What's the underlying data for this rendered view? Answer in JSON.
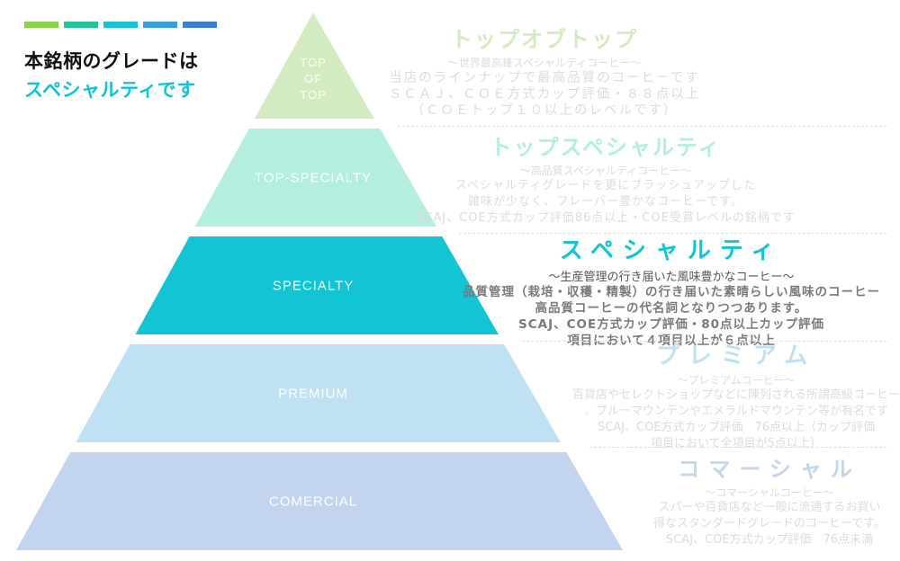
{
  "header": {
    "line1": "本銘柄のグレードは",
    "line2": "スペシャルティです",
    "bar_colors": [
      "#8ad24a",
      "#25c39a",
      "#17c2d6",
      "#3a9fd8",
      "#3b7fd4"
    ]
  },
  "tiers": [
    {
      "label": "TOP\nOF\nTOP",
      "color": "#d3ebc0"
    },
    {
      "label": "TOP-SPECIALTY",
      "color": "#b3eedf"
    },
    {
      "label": "SPECIALTY",
      "color": "#12c4d4"
    },
    {
      "label": "PREMIUM",
      "color": "#bfe1f3"
    },
    {
      "label": "COMERCIAL",
      "color": "#c3d5ee"
    }
  ],
  "descriptions": [
    {
      "title": "トップオブトップ",
      "subtitle": "〜世界最高峰スペシャルティコーヒー〜",
      "body": [
        "当店のラインナップで最高品質のコーヒーです",
        "ＳＣＡＪ、ＣＯＥ方式カップ評価・８８点以上",
        "（ＣＯＥトップ１０以上のレベルです）"
      ],
      "title_color": "#d3ebc0"
    },
    {
      "title": "トップスペシャルティ",
      "subtitle": "〜高品質スペシャルティコーヒー〜",
      "body": [
        "スペシャルティグレードを更にブラッシュアップした",
        "雑味が少なく、フレーバー豊かなコーヒーです。",
        "SCAJ、COE方式カップ評価86点以上・COE受賞レベルの銘柄です"
      ],
      "title_color": "#b3eedf"
    },
    {
      "title": "スペシャルティ",
      "subtitle": "〜生産管理の行き届いた風味豊かなコーヒー〜",
      "body": [
        "品質管理（栽培・収穫・精製）の行き届いた素晴らしい風味のコーヒー",
        "高品質コーヒーの代名詞となりつつあります。",
        "SCAJ、COE方式カップ評価・80点以上カップ評価",
        "項目において４項目以上が６点以上"
      ],
      "title_color": "#12c4d4"
    },
    {
      "title": "プレミアム",
      "subtitle": "〜プレミアムコーヒー〜",
      "body": [
        "百貨店やセレクトショップなどに陳列される所謂高級コーヒー",
        "、ブルーマウンテンやエメラルドマウンテン等が有名です",
        "SCAJ、COE方式カップ評価　76点以上（カップ評価",
        "項目において全項目が5点以上）"
      ],
      "title_color": "#bfe1f3"
    },
    {
      "title": "コマーシャル",
      "subtitle": "〜コマーシャルコーヒー〜",
      "body": [
        "スパーや百貨店など一般に流通するお買い",
        "得なスタンダードグレードのコーヒーです。",
        "SCAJ、COE方式カップ評価　76点未満"
      ],
      "title_color": "#c3d5ee"
    }
  ]
}
